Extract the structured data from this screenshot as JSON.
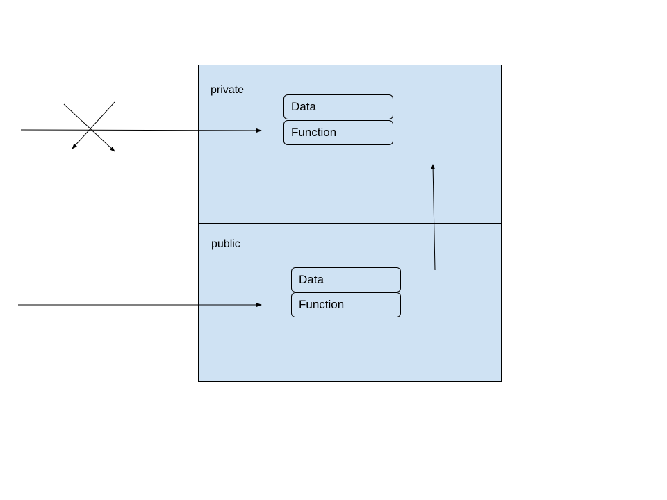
{
  "private_section": {
    "label": "private",
    "data_label": "Data",
    "function_label": "Function"
  },
  "public_section": {
    "label": "public",
    "data_label": "Data",
    "function_label": "Function"
  },
  "colors": {
    "box_fill": "#cfe2f3",
    "stroke": "#000000"
  }
}
